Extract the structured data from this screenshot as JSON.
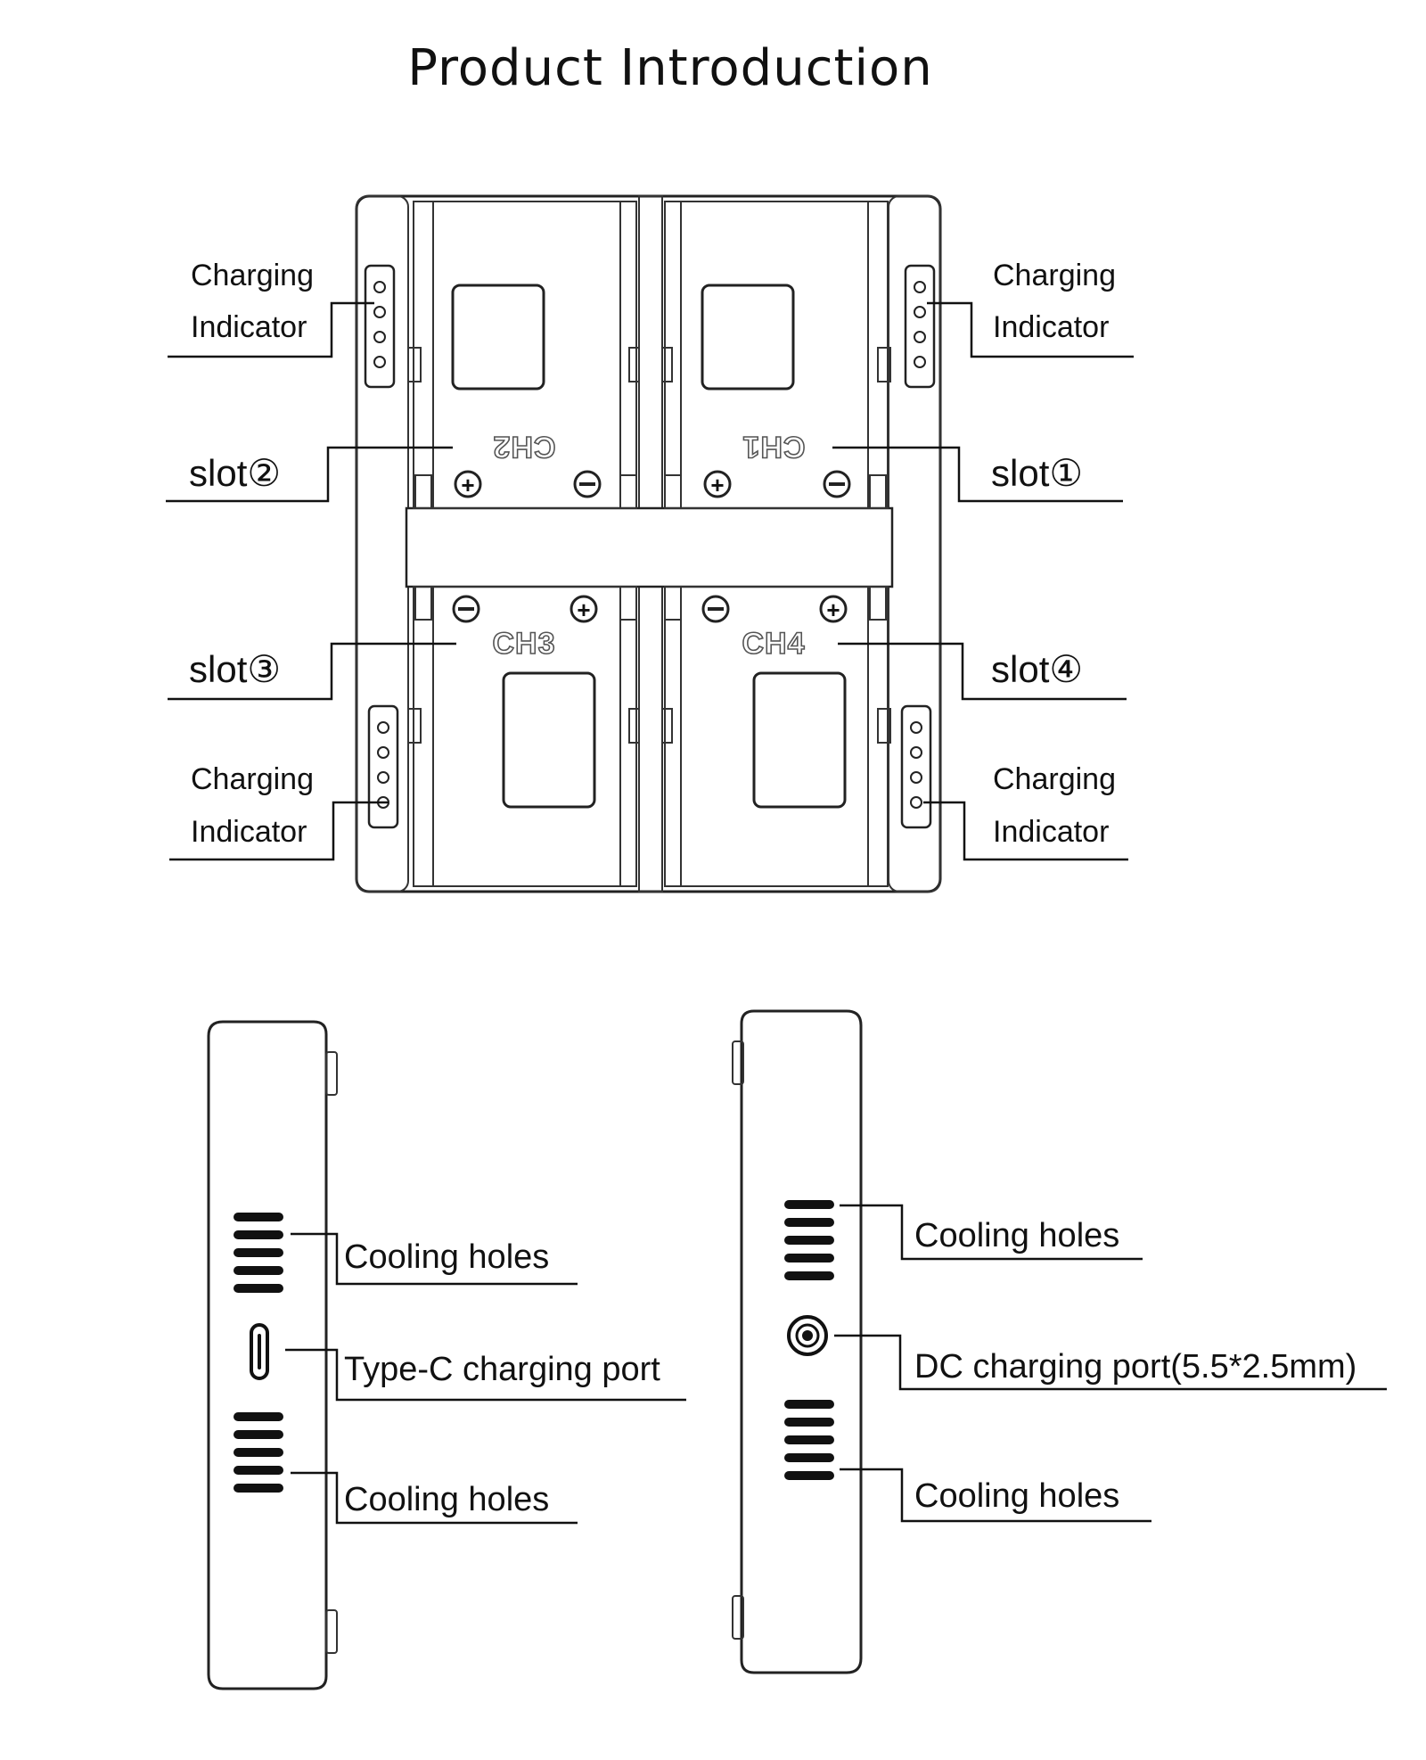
{
  "title": "Product Introduction",
  "top_view": {
    "channels": [
      "CH1",
      "CH2",
      "CH3",
      "CH4"
    ],
    "labels": {
      "charging": "Charging",
      "indicator": "Indicator",
      "slot1": "slot①",
      "slot2": "slot②",
      "slot3": "slot③",
      "slot4": "slot④"
    }
  },
  "side_left": {
    "cooling_top": "Cooling holes",
    "port": "Type-C charging port",
    "cooling_bottom": "Cooling holes"
  },
  "side_right": {
    "cooling_top": "Cooling holes",
    "port": "DC charging port(5.5*2.5mm)",
    "cooling_bottom": "Cooling holes"
  }
}
